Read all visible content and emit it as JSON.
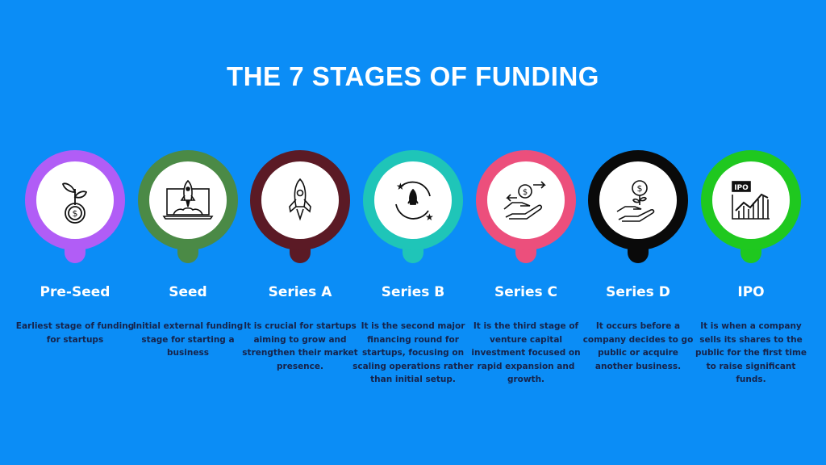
{
  "title": "THE 7 STAGES OF FUNDING",
  "stages": [
    {
      "name": "Pre-Seed",
      "description": "Earliest stage of funding for startups",
      "color": "#b15df6",
      "icon": "plant-coin-icon"
    },
    {
      "name": "Seed",
      "description": "Initial external funding stage for starting a business",
      "color": "#4b8a46",
      "icon": "laptop-rocket-icon"
    },
    {
      "name": "Series A",
      "description": "It is crucial for startups aiming to grow and strengthen their market presence.",
      "color": "#5b1a25",
      "icon": "rocket-icon"
    },
    {
      "name": "Series B",
      "description": "It is the second major financing round for startups, focusing on scaling operations rather than initial setup.",
      "color": "#1fc5b8",
      "icon": "rocket-orbit-icon"
    },
    {
      "name": "Series C",
      "description": "It is the third stage of venture capital investment focused on rapid expansion and growth.",
      "color": "#ec4f7c",
      "icon": "hand-money-exchange-icon"
    },
    {
      "name": "Series D",
      "description": "It occurs before a company decides to go public or acquire another business.",
      "color": "#0a0a0a",
      "icon": "hand-coin-plant-icon"
    },
    {
      "name": "IPO",
      "description": "It is when a company sells its shares to the public for the first time to raise significant funds.",
      "color": "#1fc81f",
      "icon": "ipo-chart-icon",
      "icon_text": "IPO"
    }
  ]
}
